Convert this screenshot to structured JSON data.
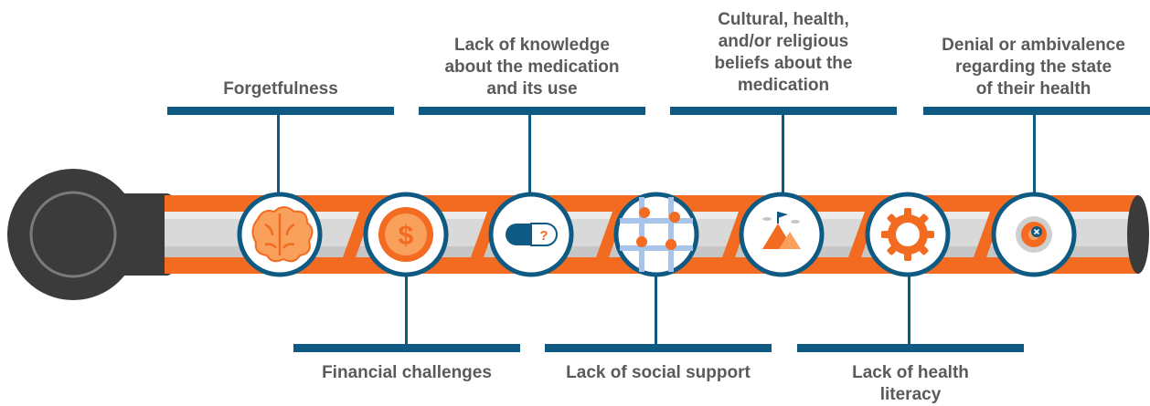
{
  "colors": {
    "navy": "#0f5a82",
    "orange": "#f26b21",
    "light_orange": "#f9a05c",
    "gray_text": "#5a5a5a",
    "cap_dark": "#3b3b3b",
    "tube_gray": "#cfcfcf",
    "blue_light": "#a9c4ea"
  },
  "labels_top": [
    {
      "id": "forgetfulness",
      "text": "Forgetfulness"
    },
    {
      "id": "knowledge",
      "text": "Lack of knowledge\nabout the medication\nand its use"
    },
    {
      "id": "beliefs",
      "text": "Cultural, health,\nand/or religious\nbeliefs about the\nmedication"
    },
    {
      "id": "denial",
      "text": "Denial or ambivalence\nregarding the state\nof their health"
    }
  ],
  "labels_bottom": [
    {
      "id": "financial",
      "text": "Financial challenges"
    },
    {
      "id": "social",
      "text": "Lack of social support"
    },
    {
      "id": "literacy",
      "text": "Lack of health\nliteracy"
    }
  ],
  "icons": [
    {
      "name": "brain-icon"
    },
    {
      "name": "dollar-coin-icon"
    },
    {
      "name": "pill-question-icon"
    },
    {
      "name": "hands-network-icon"
    },
    {
      "name": "mountain-flag-icon"
    },
    {
      "name": "gear-icon"
    },
    {
      "name": "target-x-icon"
    }
  ],
  "pill_mark": "?",
  "dollar_mark": "$"
}
